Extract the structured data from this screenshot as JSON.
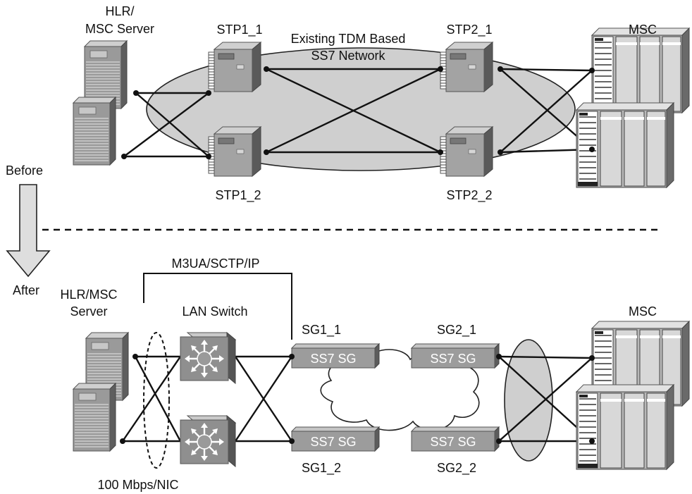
{
  "before": {
    "side_label": "Before",
    "hlr_label_line1": "HLR/",
    "hlr_label_line2": "MSC Server",
    "stp1_1_label": "STP1_1",
    "stp1_2_label": "STP1_2",
    "stp2_1_label": "STP2_1",
    "stp2_2_label": "STP2_2",
    "network_label_line1": "Existing TDM Based",
    "network_label_line2": "SS7 Network",
    "msc_label": "MSC"
  },
  "after": {
    "side_label": "After",
    "hlr_label_line1": "HLR/MSC",
    "hlr_label_line2": "Server",
    "lan_switch_label": "LAN Switch",
    "protocol_label": "M3UA/SCTP/IP",
    "sg1_1_label": "SG1_1",
    "sg1_2_label": "SG1_2",
    "sg2_1_label": "SG2_1",
    "sg2_2_label": "SG2_2",
    "sg_box_text": "SS7 SG",
    "nic_label": "100 Mbps/NIC",
    "msc_label": "MSC"
  },
  "colors": {
    "line": "#111111",
    "ellipse_fill": "#cfcfcf",
    "server_body": "#9a9a9a",
    "sg_box": "#9c9c9c",
    "switch_face": "#8f8f8f",
    "arrow_fill": "#dedede"
  }
}
